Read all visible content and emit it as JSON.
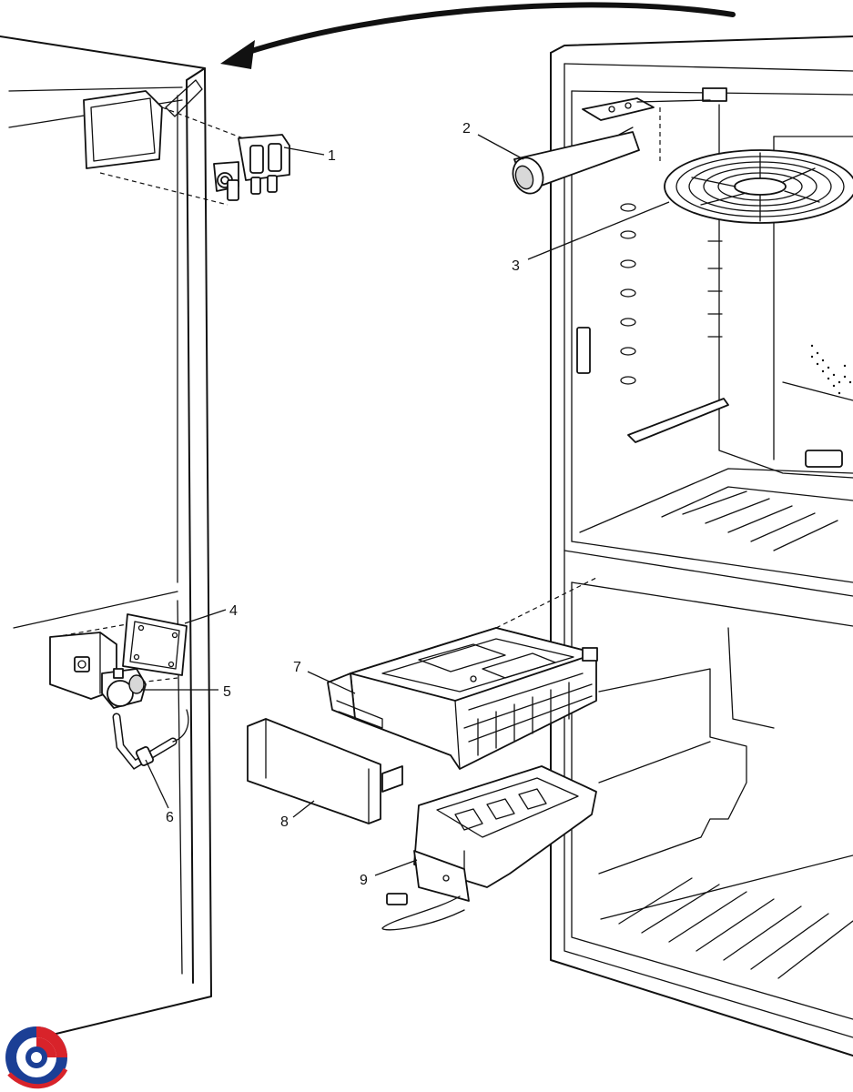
{
  "callouts": [
    {
      "id": "1",
      "text": "1"
    },
    {
      "id": "2",
      "text": "2"
    },
    {
      "id": "3",
      "text": "3"
    },
    {
      "id": "4",
      "text": "4"
    },
    {
      "id": "5",
      "text": "5"
    },
    {
      "id": "6",
      "text": "6"
    },
    {
      "id": "7",
      "text": "7"
    },
    {
      "id": "8",
      "text": "8"
    },
    {
      "id": "9",
      "text": "9"
    }
  ],
  "logo": {
    "icon": "swirl-logo-icon",
    "colors": [
      "#1b3f95",
      "#d8232a"
    ]
  }
}
